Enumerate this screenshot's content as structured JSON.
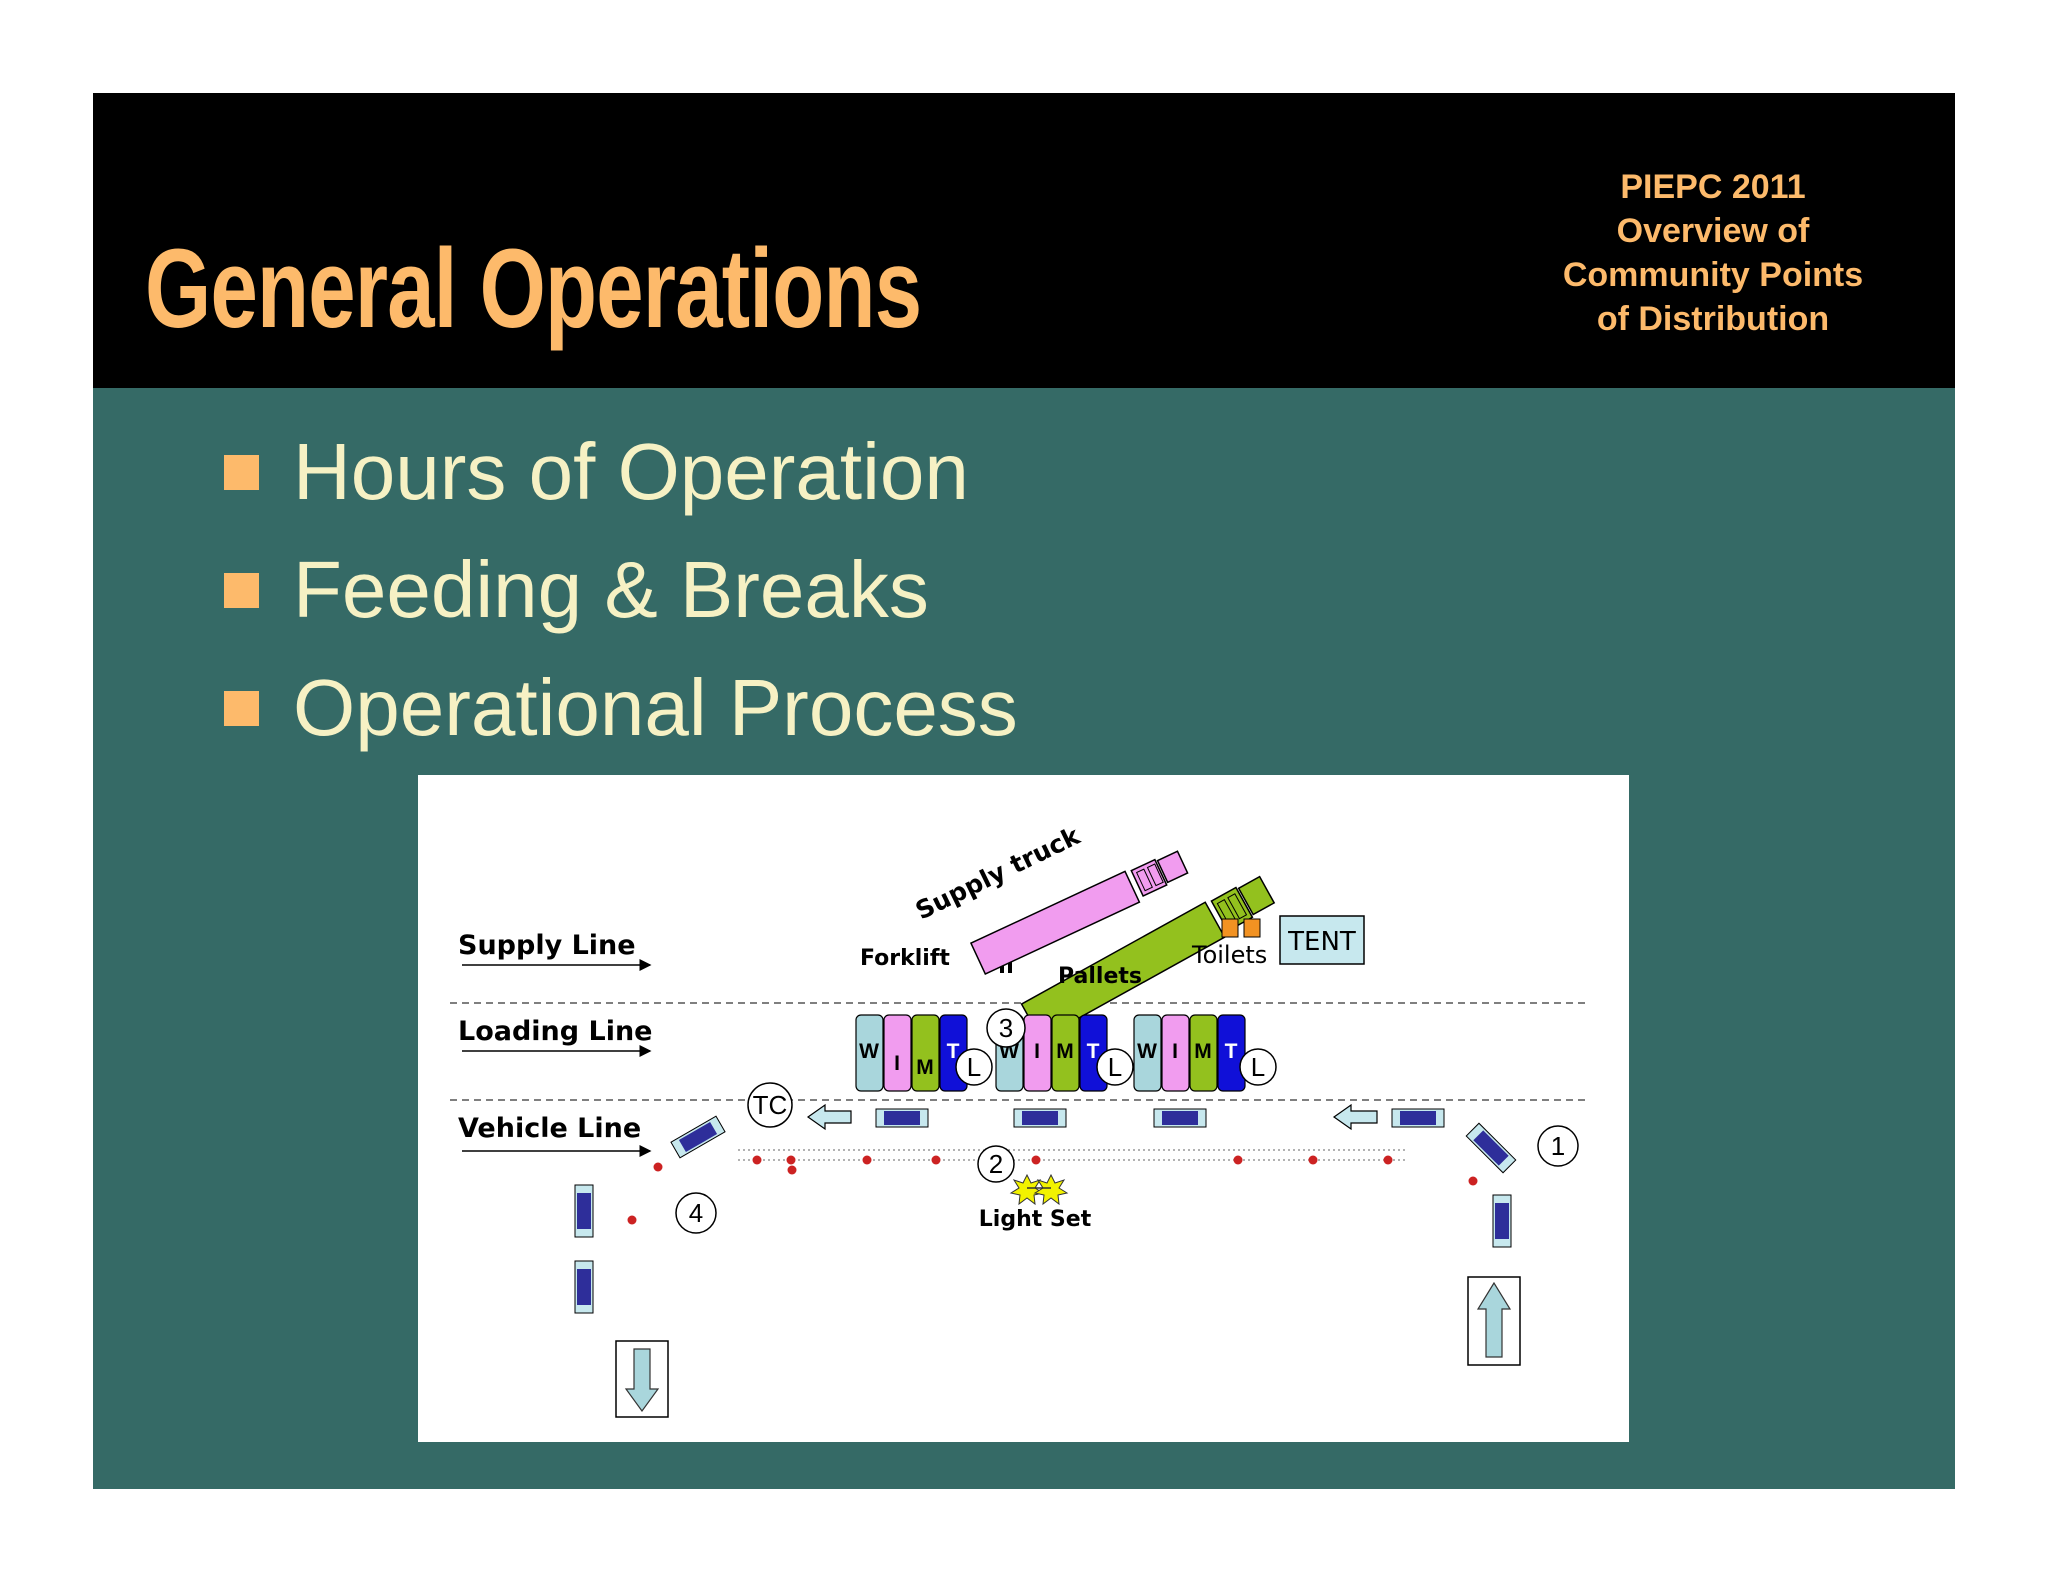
{
  "slide": {
    "title": "General Operations",
    "subtitle_lines": [
      "PIEPC 2011",
      "Overview of",
      "Community Points",
      "of Distribution"
    ],
    "bullets": [
      "Hours of Operation",
      "Feeding & Breaks",
      "Operational Process"
    ],
    "colors": {
      "background": "#356a66",
      "header": "#000000",
      "accent": "#fdba6b",
      "bullet_text": "#f6f1c4"
    }
  },
  "diagram": {
    "lines": {
      "supply": "Supply Line",
      "loading": "Loading Line",
      "vehicle": "Vehicle Line"
    },
    "labels": {
      "supply_truck": "Supply truck",
      "forklift": "Forklift",
      "pallets": "Pallets",
      "toilets": "Toilets",
      "tent": "TENT",
      "light_set": "Light Set",
      "traffic_control": "TC"
    },
    "station_letters": [
      "W",
      "I",
      "M",
      "T"
    ],
    "loader_letter": "L",
    "step_numbers": [
      "1",
      "2",
      "3",
      "4"
    ],
    "station_colors": {
      "W": "#a9d6dc",
      "I": "#f19cef",
      "M": "#93c11e",
      "T": "#1010d8"
    }
  }
}
